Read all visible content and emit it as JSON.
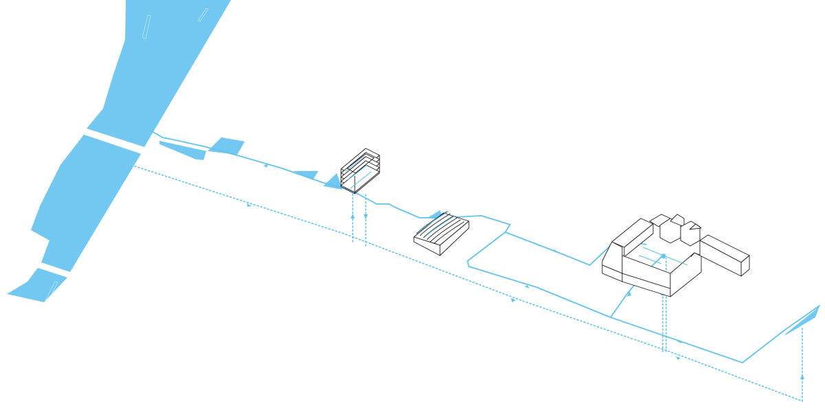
{
  "colors": {
    "water": "#72C8F1",
    "route": "#62C3EE",
    "building": "#1a1a1a",
    "background": "#ffffff"
  },
  "features": {
    "river": "river",
    "bridges": [
      "bridge-upper",
      "bridge-lower"
    ],
    "buildings": [
      "stacked-tower",
      "vaulted-hall",
      "courtyard-complex"
    ],
    "routes": [
      "solid-route",
      "dotted-route"
    ]
  }
}
